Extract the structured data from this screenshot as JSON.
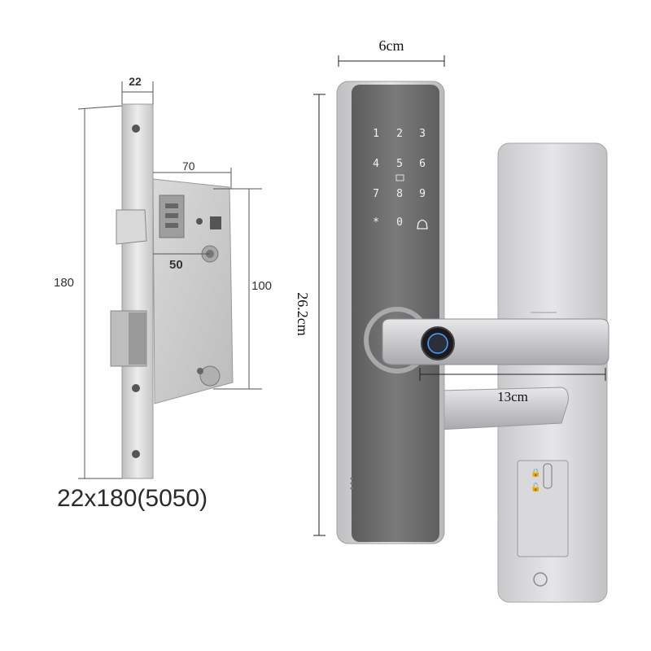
{
  "mortise": {
    "dim_width": "22",
    "dim_height": "180",
    "dim_backset": "70",
    "dim_center": "50",
    "dim_hole_spacing": "100",
    "caption": "22x180(5050)"
  },
  "lock": {
    "dim_width": "6cm",
    "dim_height": "26.2cm",
    "dim_handle": "13cm",
    "keypad_keys": [
      "1",
      "2",
      "3",
      "4",
      "5",
      "6",
      "7",
      "8",
      "9",
      "*",
      "0",
      "bell-icon"
    ]
  },
  "colors": {
    "panel_dark": "#6f6f6f",
    "silver": "#d4d4d6",
    "steel": "#cfcfcf",
    "fingerprint_blue": "#4aa3ff"
  }
}
